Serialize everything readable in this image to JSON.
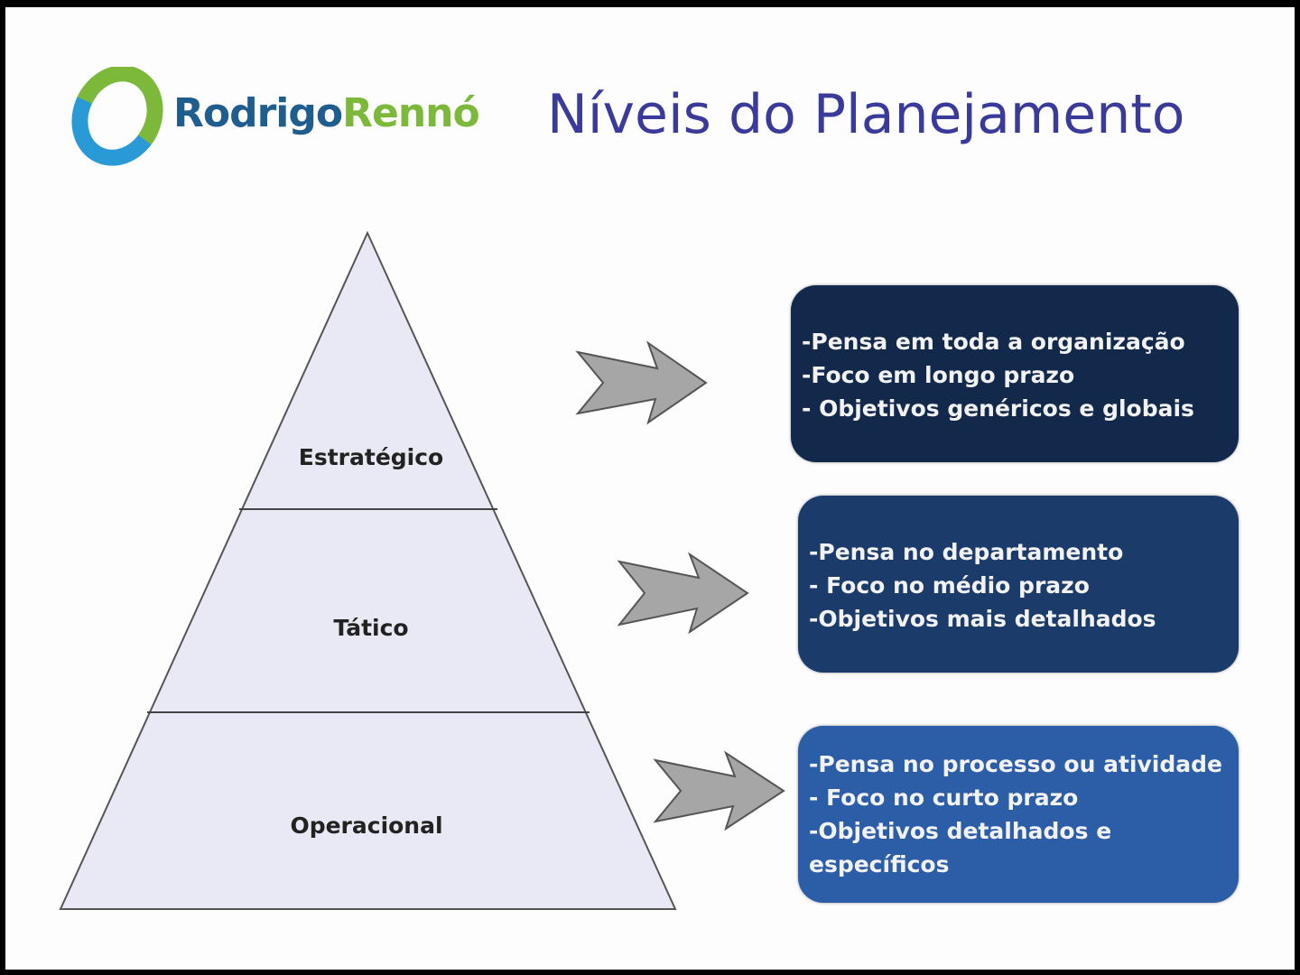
{
  "logo": {
    "part1": "Rodrigo",
    "part2": "Rennó"
  },
  "title": "Níveis do Planejamento",
  "levels": [
    {
      "label": "Estratégico",
      "bullets": [
        "-Pensa em toda a organização",
        "-Foco em longo prazo",
        "- Objetivos genéricos e globais"
      ],
      "color": "#13294b"
    },
    {
      "label": "Tático",
      "bullets": [
        "-Pensa no departamento",
        "- Foco no médio prazo",
        "-Objetivos mais detalhados"
      ],
      "color": "#1b3b6b"
    },
    {
      "label": "Operacional",
      "bullets": [
        "-Pensa no processo ou atividade",
        "- Foco no curto prazo",
        "-Objetivos detalhados e",
        "específicos"
      ],
      "color": "#2c5ea8"
    }
  ]
}
